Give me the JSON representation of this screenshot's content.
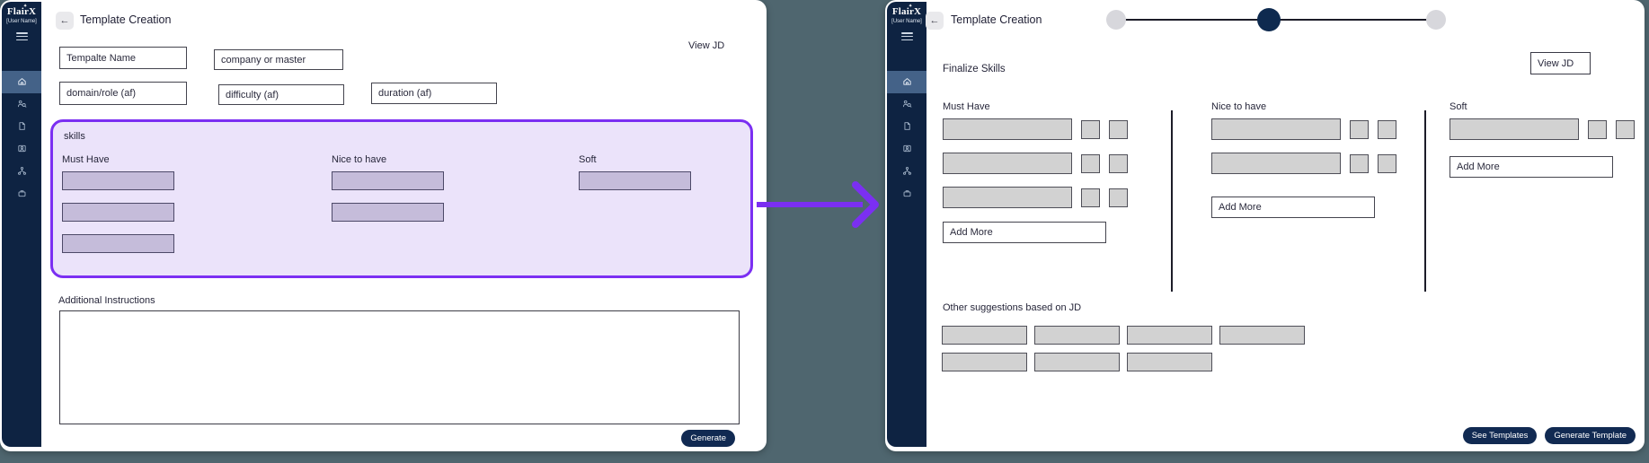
{
  "colors": {
    "background": "#4f666f",
    "sidebar_navy": "#0e2342",
    "sidebar_active_item": "#446288",
    "accent_purple": "#7b2ff2",
    "skills_panel_bg": "#ebe3fa",
    "lavender_placeholder": "#c5bcda",
    "gray_placeholder": "#d2d2d2",
    "button_navy": "#112a52"
  },
  "sidebar": {
    "logo": "FlairX",
    "username": "[User Name]",
    "nav_icons": [
      "menu-icon",
      "home-icon",
      "candidate-search-icon",
      "document-icon",
      "id-card-icon",
      "org-chart-icon",
      "briefcase-icon"
    ],
    "active_item": "home"
  },
  "left_panel": {
    "title": "Template Creation",
    "view_jd_label": "View JD",
    "fields": {
      "template_name": "Tempalte Name",
      "company": "company or master",
      "domain_role": "domain/role (af)",
      "difficulty": "difficulty (af)",
      "duration": "duration (af)"
    },
    "skills": {
      "section_label": "skills",
      "columns": [
        {
          "label": "Must Have",
          "placeholder_count": 3
        },
        {
          "label": "Nice to have",
          "placeholder_count": 2
        },
        {
          "label": "Soft",
          "placeholder_count": 1
        }
      ]
    },
    "additional_instructions_label": "Additional Instructions",
    "instructions_value": "",
    "generate_button": "Generate"
  },
  "flow_arrow": {
    "direction": "right",
    "color": "#7b2ff2"
  },
  "right_panel": {
    "title": "Template Creation",
    "stepper": {
      "total_steps": 3,
      "active_step": 2
    },
    "heading": "Finalize Skills",
    "view_jd_button": "View JD",
    "skill_columns": [
      {
        "label": "Must Have",
        "row_count": 3,
        "add_more": "Add More"
      },
      {
        "label": "Nice to have",
        "row_count": 2,
        "add_more": "Add More"
      },
      {
        "label": "Soft",
        "row_count": 1,
        "add_more": "Add More"
      }
    ],
    "other_suggestions_label": "Other suggestions based on JD",
    "suggestion_rows": [
      4,
      3
    ],
    "see_templates_button": "See Templates",
    "generate_template_button": "Generate Template"
  }
}
